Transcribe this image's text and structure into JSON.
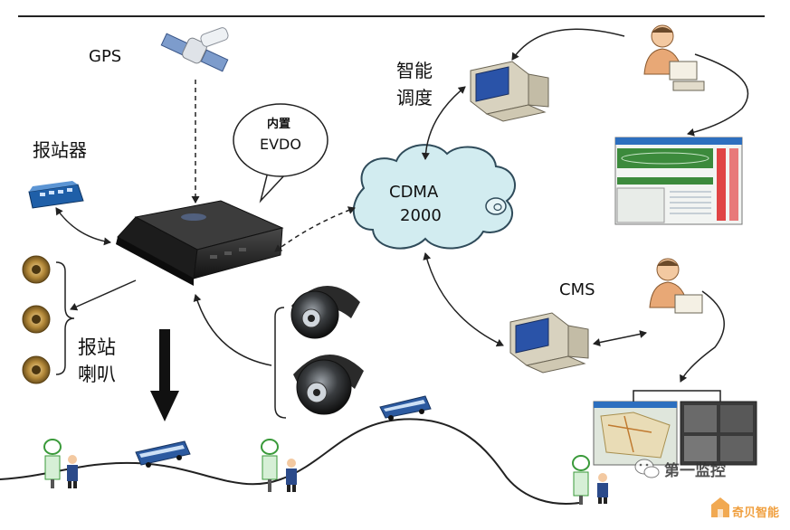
{
  "labels": {
    "gps": "GPS",
    "evdo_line1": "内置",
    "evdo_line2": "EVDO",
    "baozhanqi": "报站器",
    "dispatch_line1": "智能",
    "dispatch_line2": "调度",
    "cdma_line1": "CDMA",
    "cdma_line2": "2000",
    "cms": "CMS",
    "speaker_line1": "报站",
    "speaker_line2": "喇叭"
  },
  "watermarks": {
    "wechat": "第一监控",
    "brand": "奇贝智能"
  },
  "colors": {
    "cloud_fill": "#d2ecf0",
    "cloud_stroke": "#2f4b5a",
    "device_body": "#1e1e1e",
    "arrow": "#222222",
    "monitor_screen": "#2a53a8",
    "bus_blue": "#2c5aa0",
    "brand_orange": "#f0a040"
  }
}
